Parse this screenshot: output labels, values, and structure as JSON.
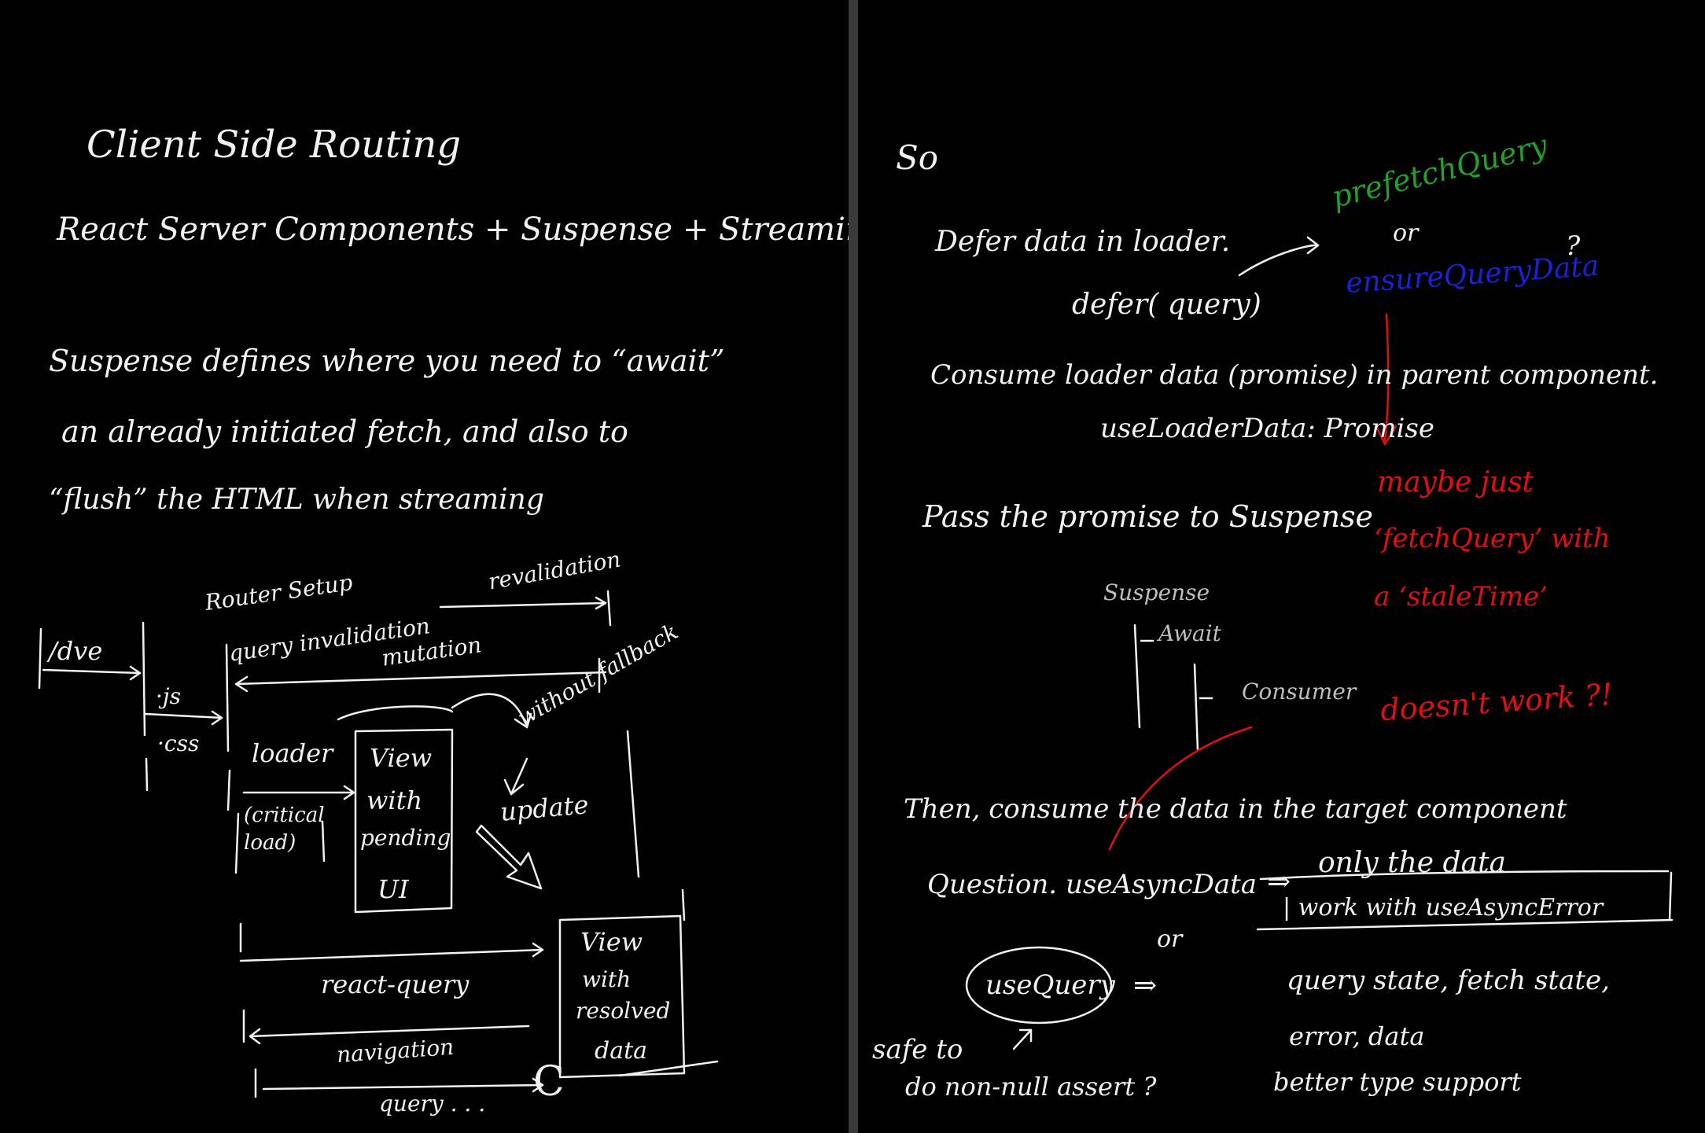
{
  "left": {
    "title": "Client Side Routing",
    "subtitle": "React Server Components + Suspense + Streaming",
    "para_line1": "Suspense defines where you need to “await”",
    "para_line2": "an already initiated fetch, and also to",
    "para_line3": "“flush” the HTML when streaming",
    "diagram": {
      "route": "/dve",
      "js": "·js",
      "css": "·css",
      "router_setup": "Router Setup",
      "query_invalidation": "query invalidation",
      "revalidation": "revalidation",
      "mutation": "mutation",
      "loader": "loader",
      "critical_load": "(critical load)",
      "view_pending": [
        "View",
        "with",
        "pending",
        "UI"
      ],
      "without_fallback": "without fallback",
      "update": "update",
      "react_query": "react-query",
      "navigation": "navigation",
      "query": "query . . .",
      "view_resolved": [
        "View",
        "with",
        "resolved",
        "data"
      ],
      "c_mark": "C"
    }
  },
  "right": {
    "so": "So",
    "defer_line": "Defer data in loader.",
    "defer_call": "defer( query)",
    "prefetch": "prefetchQuery",
    "or1": "or",
    "ensure": "ensureQueryData",
    "qmark": "?",
    "consume_line": "Consume loader data (promise) in parent component.",
    "use_loader": "useLoaderData: Promise",
    "pass_line": "Pass the promise to Suspense",
    "tree_suspense": "Suspense",
    "tree_await": "Await",
    "tree_consumer": "Consumer",
    "maybe_line1": "maybe just",
    "maybe_line2": "‘fetchQuery’ with",
    "maybe_line3": "a ‘staleTime’",
    "doesnt_work": "doesn't work ?!",
    "then_line": "Then, consume the data in the target component",
    "question_label": "Question.",
    "use_async": "useAsyncData",
    "arrow1": "⇒",
    "only_data": "only the data",
    "work_with": "| work with useAsyncError",
    "or2": "or",
    "use_query": "useQuery",
    "arrow2": "⇒",
    "query_state": "query state, fetch state,",
    "error_data": "error, data",
    "better_type": "better type support",
    "safe_to": "safe to",
    "non_null": "do non-null assert ?"
  },
  "colors": {
    "background": "#000000",
    "ink_white": "#f2f2f2",
    "ink_gray": "#bdbdbd",
    "ink_green": "#1fa12a",
    "ink_blue": "#1a22d8",
    "ink_red": "#e10e12",
    "divider": "#3a3a3a"
  }
}
